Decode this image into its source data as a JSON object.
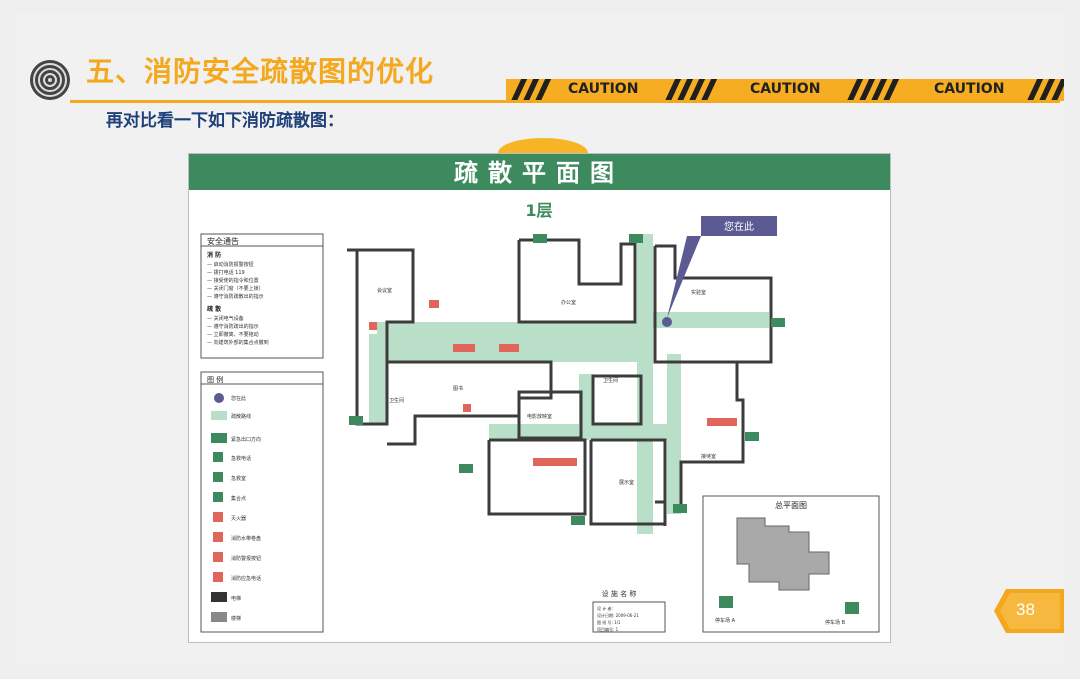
{
  "slide": {
    "title": "五、消防安全疏散图的优化",
    "subtitle": "再对比看一下如下消防疏散图：",
    "caution_label": "CAUTION",
    "page_number": "38"
  },
  "map": {
    "title": "疏散平面图",
    "floor": "1层",
    "you_are_here": "您在此",
    "notice": {
      "title": "安全通告",
      "fire_heading": "消 防",
      "fire_items": [
        "— 启动消防报警按钮",
        "— 拨打电话 119",
        "— 接受使的指令和位置",
        "— 关闭门窗（不要上锁）",
        "— 遵守消防疏散出的指示"
      ],
      "quake_heading": "疏 散",
      "quake_items": [
        "— 关闭电气设备",
        "— 遵守消防疏出的指示",
        "— 立即撤离、不要拖动",
        "— 向建筑外部的集合点撤到"
      ]
    },
    "legend": {
      "title": "图 例",
      "items": [
        "您在此",
        "疏散路线",
        "紧急出口方向",
        "急救电话",
        "急救室",
        "集合点",
        "灭火器",
        "消防水带卷盘",
        "消防警报按钮",
        "消防应急电话",
        "电梯",
        "楼梯"
      ]
    },
    "rooms": {
      "meeting": "会议室",
      "office": "办公室",
      "lab": "实验室",
      "library": "图书",
      "restroom_left": "卫生间",
      "restroom_mid": "卫生间",
      "av_room": "电影放映室",
      "exhibit": "展示室",
      "reception": "接待室"
    },
    "overview": {
      "title": "总平面图",
      "parking_a": "停车场 A",
      "parking_b": "停车场 B"
    },
    "design": {
      "title": "设 施 名 称",
      "lines": [
        "设 计 者:",
        "设计日期: 2009-06-21",
        "图 纸 号: 1/1",
        "项目编号: 1"
      ]
    }
  },
  "colors": {
    "accent_orange": "#f4a81d",
    "subtitle_blue": "#1e3f79",
    "map_green": "#3d8a5f",
    "route_green": "#b9dfc8",
    "you_are_here_purple": "#5b5a93",
    "extinguisher_red": "#e0655a"
  }
}
